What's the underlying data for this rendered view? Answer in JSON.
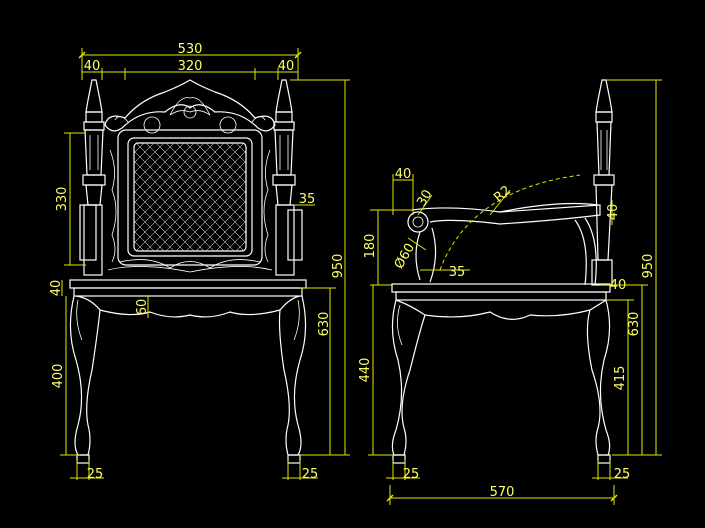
{
  "front_view": {
    "dims": {
      "overall_width": "530",
      "back_inner_width": "320",
      "post_left": "40",
      "post_right": "40",
      "back_panel_height": "330",
      "arm_offset": "35",
      "rail_thickness": "40",
      "apron_height": "60",
      "leg_height": "400",
      "seat_height": "630",
      "overall_height": "950",
      "foot_left": "25",
      "foot_right": "25"
    }
  },
  "side_view": {
    "dims": {
      "arm_width": "40",
      "scroll_radius": "30",
      "back_radius": "R2",
      "arm_height": "180",
      "scroll_diameter": "Ø60",
      "arm_post": "35",
      "top_rail": "40",
      "seat_rail": "40",
      "leg_height": "440",
      "seat_height_inner": "415",
      "seat_height": "630",
      "overall_height": "950",
      "foot_left": "25",
      "foot_right": "25",
      "depth": "570"
    }
  },
  "colors": {
    "background": "#000000",
    "geometry": "#ffffff",
    "dimensions": "#e6e600"
  }
}
